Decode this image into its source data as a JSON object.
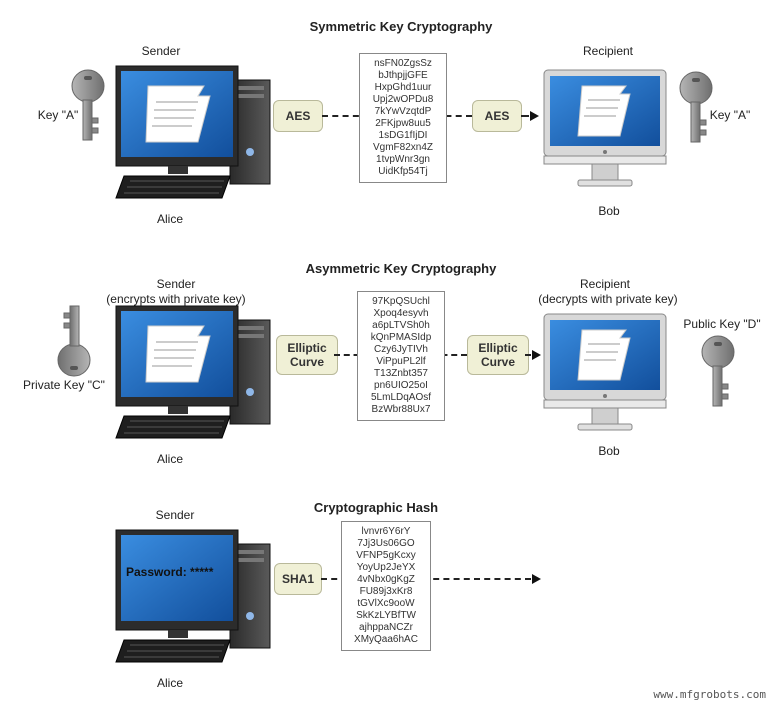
{
  "sections": [
    {
      "title": "Symmetric Key Cryptography",
      "sender_label": "Sender",
      "sender_name": "Alice",
      "sender_key": "Key \"A\"",
      "algo_sender": "AES",
      "algo_recipient": "AES",
      "recipient_label": "Recipient",
      "recipient_name": "Bob",
      "recipient_key": "Key \"A\"",
      "ciphertext": [
        "nsFN0ZgsSz",
        "bJthpjjGFE",
        "HxpGhd1uur",
        "Upj2wOPDu8",
        "7kYwVzqtdP",
        "2FKjpw8uu5",
        "1sDG1fIjDI",
        "VgmF82xn4Z",
        "1tvpWnr3gn",
        "UidKfp54Tj"
      ]
    },
    {
      "title": "Asymmetric Key Cryptography",
      "sender_label": "Sender",
      "sender_sub": "(encrypts with private key)",
      "sender_name": "Alice",
      "sender_key": "Private Key \"C\"",
      "algo_sender": "Elliptic Curve",
      "algo_recipient": "Elliptic Curve",
      "recipient_label": "Recipient",
      "recipient_sub": "(decrypts with private key)",
      "recipient_name": "Bob",
      "recipient_key": "Public Key \"D\"",
      "ciphertext": [
        "97KpQSUchl",
        "Xpoq4esyvh",
        "a6pLTVSh0h",
        "kQnPMASIdp",
        "Czy6JyTIVh",
        "ViPpuPL2lf",
        "T13Znbt357",
        "pn6UIO25oI",
        "5LmLDqAOsf",
        "BzWbr88Ux7"
      ]
    },
    {
      "title": "Cryptographic Hash",
      "sender_label": "Sender",
      "sender_name": "Alice",
      "screen_text": "Password: *****",
      "algo_sender": "SHA1",
      "ciphertext": [
        "lvnvr6Y6rY",
        "7Jj3Us06GO",
        "VFNP5gKcxy",
        "YoyUp2JeYX",
        "4vNbx0gKgZ",
        "FU89j3xKr8",
        "tGVlXc9ooW",
        "SkKzLYBfTW",
        "ajhppaNCZr",
        "XMyQaa6hAC"
      ]
    }
  ],
  "watermark": "www.mfgrobots.com",
  "colors": {
    "algo_fill": "#f0f0d6",
    "screen_blue": "#1f63b8",
    "key_gray": "#8a8a8a"
  }
}
